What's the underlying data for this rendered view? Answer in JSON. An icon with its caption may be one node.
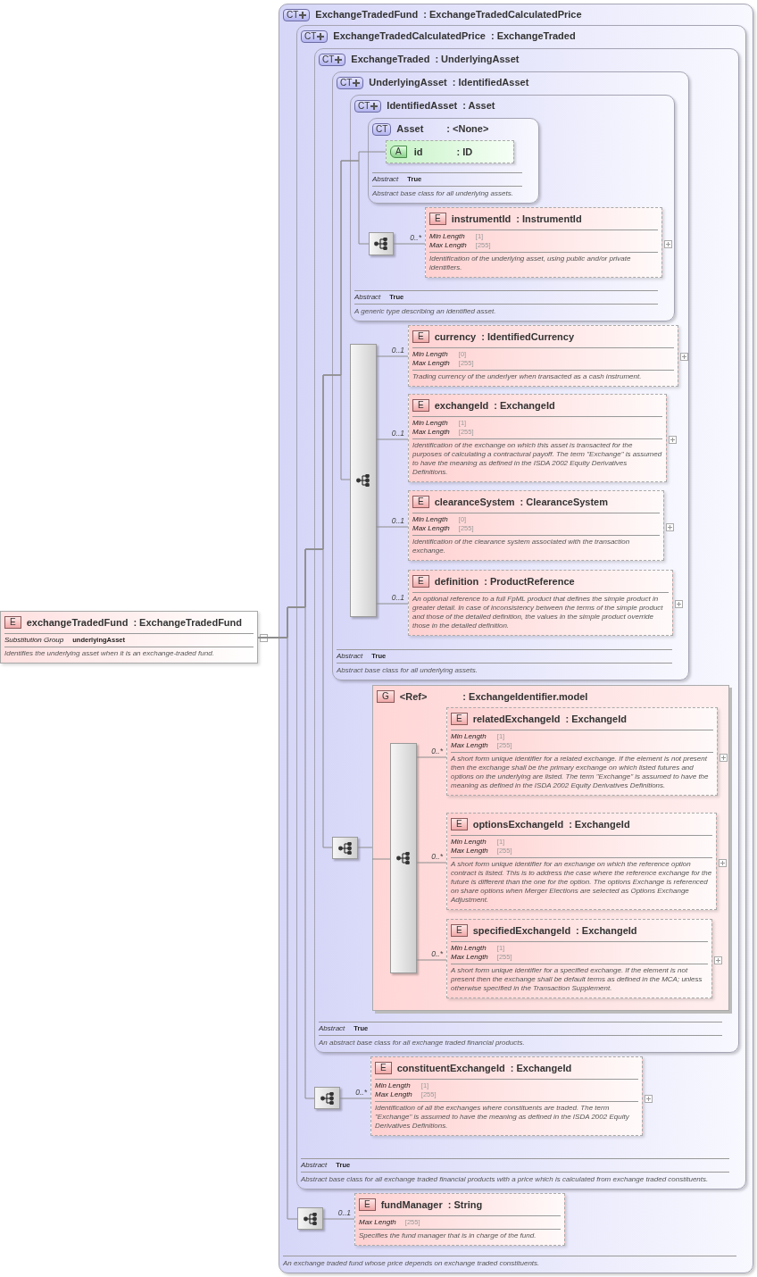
{
  "diagram": {
    "nodes": [
      {
        "text": [
          "E",
          "exchangeTradedFund",
          ": ExchangeTradedFund",
          "Substitution Group",
          "underlyingAsset",
          "Identifies the underlying asset when it is an exchange-traded fund."
        ]
      },
      {
        "text": [
          "CT",
          "ExchangeTradedFund",
          ": ExchangeTradedCalculatedPrice",
          "An exchange traded fund whose price depends on exchange traded constituents."
        ]
      },
      {
        "text": [
          "CT",
          "ExchangeTradedCalculatedPrice",
          ": ExchangeTraded",
          "Abstract",
          "True",
          "Abstract base class for all exchange traded financial products with a price which is calculated from exchange traded constituents."
        ],
        "in": 1
      },
      {
        "text": [
          "CT",
          "ExchangeTraded",
          ": UnderlyingAsset",
          "Abstract",
          "True",
          "An abstract base class for all exchange traded financial products."
        ],
        "in": 2
      },
      {
        "text": [
          "CT",
          "UnderlyingAsset",
          ": IdentifiedAsset",
          "Abstract",
          "True",
          "Abstract base class for all underlying assets."
        ],
        "in": 3
      },
      {
        "text": [
          "CT",
          "IdentifiedAsset",
          ": Asset",
          "Abstract",
          "True",
          "A generic type describing an identified asset."
        ],
        "in": 4
      },
      {
        "text": [
          "CT",
          "Asset",
          ": <None>",
          "Abstract",
          "True",
          "Abstract base class for all underlying assets."
        ],
        "in": 5
      },
      {
        "text": [
          "A",
          "id",
          ": ID"
        ],
        "in": 6
      },
      {
        "text": [],
        "shape": "box",
        "in": 5
      },
      {
        "text": [
          "E",
          "instrumentId",
          ": InstrumentId",
          "Min Length",
          "[1]",
          "Max Length",
          "[255]",
          "Identification of the underlying asset, using public and/or private identifiers."
        ],
        "in": 5
      },
      {
        "text": [],
        "shape": "box",
        "in": 4
      },
      {
        "text": [
          "E",
          "currency",
          ": IdentifiedCurrency",
          "Min Length",
          "[0]",
          "Max Length",
          "[255]",
          "Trading currency of the underlyer when transacted as a cash instrument."
        ],
        "in": 4
      },
      {
        "text": [
          "E",
          "exchangeId",
          ": ExchangeId",
          "Min Length",
          "[1]",
          "Max Length",
          "[255]",
          "Identification of the exchange on which this asset is transacted for the purposes of calculating a contractural payoff. The term \"Exchange\" is assumed to have the meaning as defined in the ISDA 2002 Equity Derivatives Definitions."
        ],
        "in": 4
      },
      {
        "text": [
          "E",
          "clearanceSystem",
          ": ClearanceSystem",
          "Min Length",
          "[0]",
          "Max Length",
          "[255]",
          "Identification of the clearance system associated with the transaction exchange."
        ],
        "in": 4
      },
      {
        "text": [
          "E",
          "definition",
          ": ProductReference",
          "An optional reference to a full FpML product that defines the simple product in greater detail. In case of inconsistency between the terms of the simple product and those of the detailed definition, the values in the simple product override those in the detailed definition."
        ],
        "in": 4
      },
      {
        "text": [],
        "shape": "box",
        "in": 3
      },
      {
        "text": [
          "G",
          "<Ref>",
          ": ExchangeIdentifier.model"
        ],
        "in": 3
      },
      {
        "text": [],
        "shape": "box",
        "in": 16
      },
      {
        "text": [
          "E",
          "relatedExchangeId",
          ": ExchangeId",
          "Min Length",
          "[1]",
          "Max Length",
          "[255]",
          "A short form unique identifier for a related exchange. If the element is not present then the exchange shall be the primary exchange on which listed futures and options on the underlying are listed. The term \"Exchange\" is assumed to have the meaning as defined in the ISDA 2002 Equity Derivatives Definitions."
        ],
        "in": 16
      },
      {
        "text": [
          "E",
          "optionsExchangeId",
          ": ExchangeId",
          "Min Length",
          "[1]",
          "Max Length",
          "[255]",
          "A short form unique identifier for an exchange on which the reference option contract is listed. This is to address the case where the reference exchange for the future is different than the one for the option. The options Exchange is referenced on share options when Merger Elections are selected as Options Exchange Adjustment."
        ],
        "in": 16
      },
      {
        "text": [
          "E",
          "specifiedExchangeId",
          ": ExchangeId",
          "Min Length",
          "[1]",
          "Max Length",
          "[255]",
          "A short form unique identifier for a specified exchange. If the element is not present then the exchange shall be default terms as defined in the MCA; unless otherwise specified in the Transaction Supplement."
        ],
        "in": 16
      },
      {
        "text": [],
        "shape": "box",
        "in": 2
      },
      {
        "text": [
          "E",
          "constituentExchangeId",
          ": ExchangeId",
          "Min Length",
          "[1]",
          "Max Length",
          "[255]",
          "Identification of all the exchanges where constituents are traded. The term \"Exchange\" is assumed to have the meaning as defined in the ISDA 2002 Equity Derivatives Definitions."
        ],
        "in": 2
      },
      {
        "text": [],
        "shape": "box",
        "in": 1
      },
      {
        "text": [
          "E",
          "fundManager",
          ": String",
          "Max Length",
          "[255]",
          "Specifies the fund manager that is in charge of the fund."
        ],
        "in": 1
      }
    ],
    "edges": [
      {
        "from": 0,
        "to": 23,
        "arrow": "none"
      },
      {
        "from": 0,
        "to": 21,
        "arrow": "none"
      },
      {
        "from": 0,
        "to": 15,
        "arrow": "none"
      },
      {
        "from": 0,
        "to": 10,
        "arrow": "none"
      },
      {
        "from": 0,
        "to": 8,
        "arrow": "none"
      },
      {
        "from": 0,
        "to": 7,
        "arrow": "none"
      },
      {
        "from": 8,
        "to": 9,
        "arrow": "none",
        "label": "0..*"
      },
      {
        "from": 10,
        "to": 11,
        "arrow": "none",
        "label": "0..1"
      },
      {
        "from": 10,
        "to": 12,
        "arrow": "none",
        "label": "0..1"
      },
      {
        "from": 10,
        "to": 13,
        "arrow": "none",
        "label": "0..1"
      },
      {
        "from": 10,
        "to": 14,
        "arrow": "none",
        "label": "0..1"
      },
      {
        "from": 15,
        "to": 16,
        "arrow": "none"
      },
      {
        "from": 16,
        "to": 17,
        "arrow": "none"
      },
      {
        "from": 17,
        "to": 18,
        "arrow": "none",
        "label": "0..*"
      },
      {
        "from": 17,
        "to": 19,
        "arrow": "none",
        "label": "0..*"
      },
      {
        "from": 17,
        "to": 20,
        "arrow": "none",
        "label": "0..*"
      },
      {
        "from": 21,
        "to": 22,
        "arrow": "none",
        "label": "0..*"
      },
      {
        "from": 23,
        "to": 24,
        "arrow": "none",
        "label": "0..1"
      }
    ]
  }
}
